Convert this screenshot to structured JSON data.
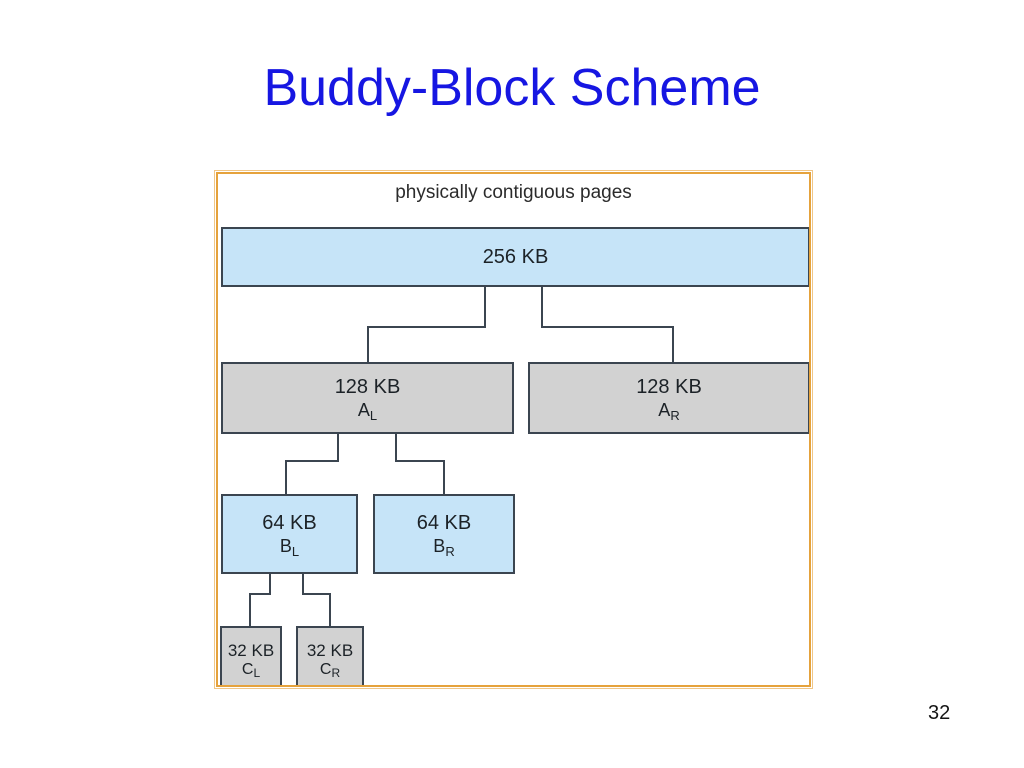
{
  "slide": {
    "title": "Buddy-Block Scheme",
    "page_number": "32",
    "title_color": "#1616e2"
  },
  "figure": {
    "caption": "physically contiguous pages",
    "frame_color": "#e5a23c",
    "colors": {
      "blue_block": "#c6e4f8",
      "gray_block": "#d2d2d2",
      "block_border": "#3b4550",
      "connector": "#3b4550"
    },
    "blocks": [
      {
        "id": "root-256kb",
        "size": "256 KB",
        "label": "",
        "label_base": "",
        "label_sub": "",
        "fill": "blue"
      },
      {
        "id": "a-left-128kb",
        "size": "128 KB",
        "label": "AL",
        "label_base": "A",
        "label_sub": "L",
        "fill": "gray"
      },
      {
        "id": "a-right-128kb",
        "size": "128 KB",
        "label": "AR",
        "label_base": "A",
        "label_sub": "R",
        "fill": "gray"
      },
      {
        "id": "b-left-64kb",
        "size": "64 KB",
        "label": "BL",
        "label_base": "B",
        "label_sub": "L",
        "fill": "blue"
      },
      {
        "id": "b-right-64kb",
        "size": "64 KB",
        "label": "BR",
        "label_base": "B",
        "label_sub": "R",
        "fill": "blue"
      },
      {
        "id": "c-left-32kb",
        "size": "32 KB",
        "label": "CL",
        "label_base": "C",
        "label_sub": "L",
        "fill": "gray"
      },
      {
        "id": "c-right-32kb",
        "size": "32 KB",
        "label": "CR",
        "label_base": "C",
        "label_sub": "R",
        "fill": "gray"
      }
    ]
  }
}
